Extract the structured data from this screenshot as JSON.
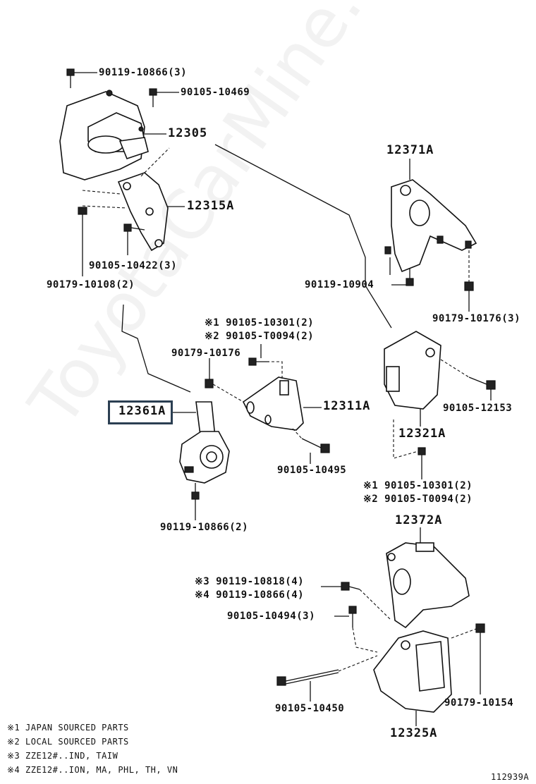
{
  "labels": {
    "bolt_top_left": "90119-10866(3)",
    "bolt_top": "90105-10469",
    "p12305": "12305",
    "p12315a": "12315A",
    "bolt_10422": "90105-10422(3)",
    "nut_10108": "90179-10108(2)",
    "p12371a": "12371A",
    "bolt_10904": "90119-10904",
    "nut_10176_3": "90179-10176(3)",
    "alt1_10301": "※1 90105-10301(2)",
    "alt2_t0094": "※2 90105-T0094(2)",
    "nut_10176": "90179-10176",
    "p12361a": "12361A",
    "p12311a": "12311A",
    "bolt_10495": "90105-10495",
    "bolt_10866_2": "90119-10866(2)",
    "bolt_12153": "90105-12153",
    "p12321a": "12321A",
    "alt1_10301_b": "※1 90105-10301(2)",
    "alt2_t0094_b": "※2 90105-T0094(2)",
    "p12372a": "12372A",
    "alt3_10818": "※3 90119-10818(4)",
    "alt4_10866": "※4 90119-10866(4)",
    "bolt_10494": "90105-10494(3)",
    "bolt_10450": "90105-10450",
    "nut_10154": "90179-10154",
    "p12325a": "12325A"
  },
  "notes": [
    "※1  JAPAN SOURCED PARTS",
    "※2  LOCAL SOURCED PARTS",
    "※3  ZZE12#..IND, TAIW",
    "※4  ZZE12#..ION, MA, PHL, TH, VN"
  ],
  "figure_id": "112939A",
  "watermark": "ToyotaCarMine.ru",
  "highlight_part": "12361A"
}
